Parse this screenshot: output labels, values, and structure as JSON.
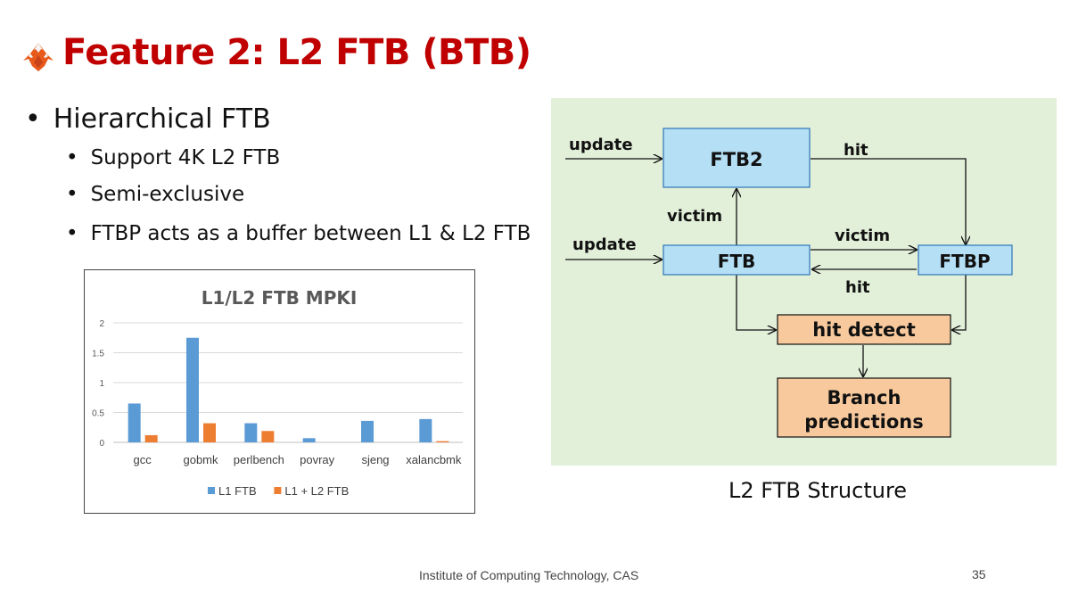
{
  "slide": {
    "title": "Feature 2: L2 FTB (BTB)",
    "bullets": {
      "main": "Hierarchical FTB",
      "sub": [
        "Support 4K L2 FTB",
        "Semi-exclusive",
        "FTBP acts as a buffer between L1 & L2 FTB"
      ]
    },
    "footer": "Institute of Computing Technology, CAS",
    "page_number": "35",
    "colors": {
      "title": "#c00000",
      "diagram_bg": "#e2efd9",
      "box_blue": "#b4dff5",
      "box_orange": "#f7c99d"
    }
  },
  "chart_data": {
    "type": "bar",
    "title": "L1/L2 FTB MPKI",
    "categories": [
      "gcc",
      "gobmk",
      "perlbench",
      "povray",
      "sjeng",
      "xalancbmk"
    ],
    "series": [
      {
        "name": "L1 FTB",
        "values": [
          0.65,
          1.75,
          0.32,
          0.07,
          0.36,
          0.39
        ],
        "color": "#5b9bd5"
      },
      {
        "name": "L1 + L2 FTB",
        "values": [
          0.12,
          0.32,
          0.19,
          0,
          0,
          0.02
        ],
        "color": "#ed7d31"
      }
    ],
    "yticks": [
      "0",
      "0.5",
      "1",
      "1.5",
      "2"
    ],
    "ylim": [
      0,
      2
    ],
    "grid": true,
    "legend_position": "bottom"
  },
  "diagram": {
    "caption": "L2 FTB Structure",
    "boxes": {
      "ftb2": "FTB2",
      "ftb": "FTB",
      "ftbp": "FTBP",
      "hit_detect": "hit detect",
      "branch_line1": "Branch",
      "branch_line2": "predictions"
    },
    "edge_labels": {
      "update_top": "update",
      "update_mid": "update",
      "hit_top": "hit",
      "victim_left": "victim",
      "victim_mid": "victim",
      "hit_mid": "hit"
    }
  }
}
